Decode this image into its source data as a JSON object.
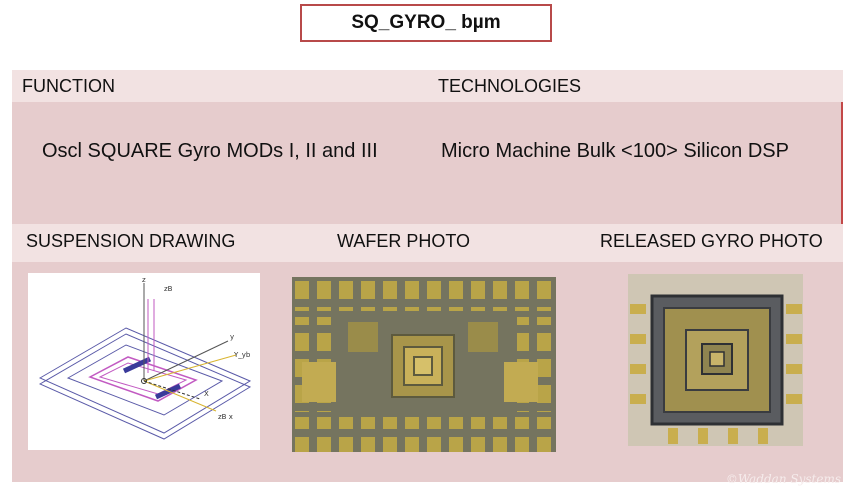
{
  "title": "SQ_GYRO_ bµm",
  "headers": {
    "function": "FUNCTION",
    "technologies": "TECHNOLOGIES"
  },
  "function_text": "Oscl  SQUARE Gyro  MODs I, II and III",
  "technologies_text": "Micro Machine Bulk   <100>  Silicon DSP",
  "section_labels": {
    "suspension": "SUSPENSION DRAWING",
    "wafer": "WAFER  PHOTO",
    "released": "RELEASED GYRO PHOTO"
  },
  "drawing_labels": {
    "z": "z",
    "zb": "zB",
    "y": "y",
    "yb": "Y_yb",
    "x": "X",
    "xb": "zB  x"
  },
  "watermark": "©Waddan Systems"
}
